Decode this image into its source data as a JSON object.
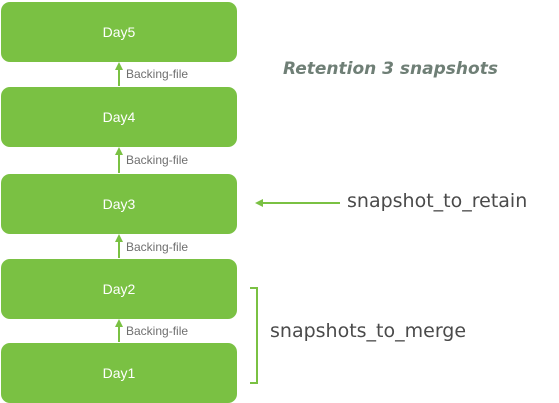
{
  "title": "Retention 3 snapshots",
  "days": [
    {
      "id": "day5",
      "label": "Day5"
    },
    {
      "id": "day4",
      "label": "Day4"
    },
    {
      "id": "day3",
      "label": "Day3"
    },
    {
      "id": "day2",
      "label": "Day2"
    },
    {
      "id": "day1",
      "label": "Day1"
    }
  ],
  "link_label": "Backing-file",
  "annotations": {
    "retain": "snapshot_to_retain",
    "merge": "snapshots_to_merge"
  },
  "colors": {
    "box_fill": "#7ac143",
    "arrow": "#7ac143",
    "text_dark": "#4a4a4a",
    "title_text": "#6f7f76"
  }
}
